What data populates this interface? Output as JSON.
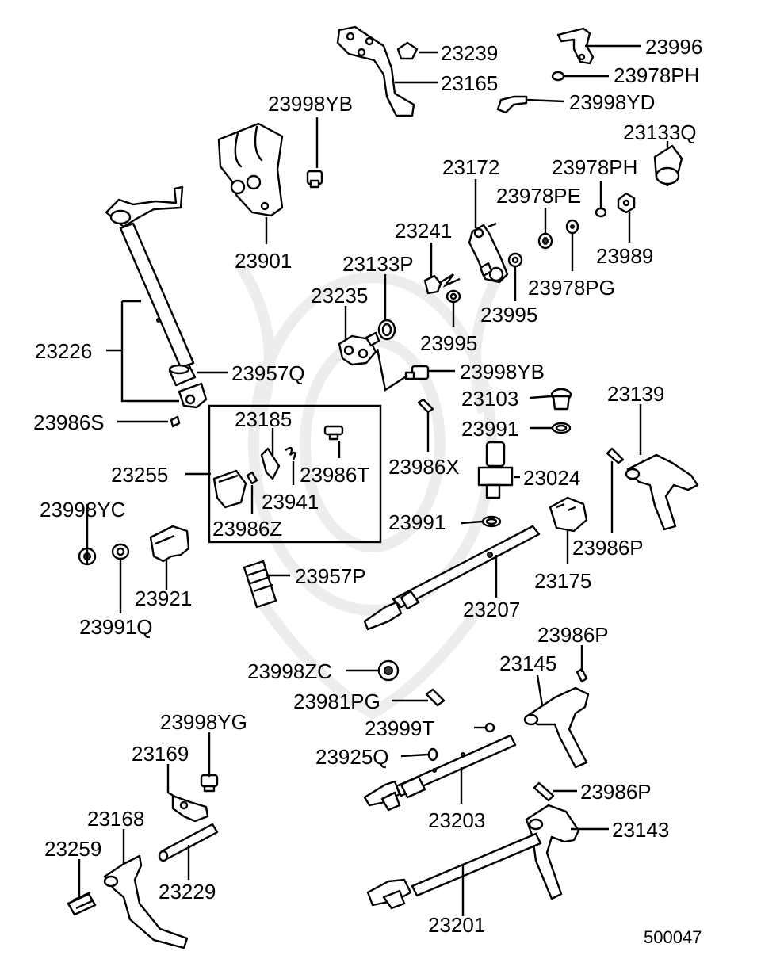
{
  "diagram_id": "500047",
  "parts": [
    {
      "key": "p23239",
      "number": "23239"
    },
    {
      "key": "p23165",
      "number": "23165"
    },
    {
      "key": "p23996",
      "number": "23996"
    },
    {
      "key": "p23978PH_a",
      "number": "23978PH"
    },
    {
      "key": "p23998YD",
      "number": "23998YD"
    },
    {
      "key": "p23998YB_a",
      "number": "23998YB"
    },
    {
      "key": "p23133Q",
      "number": "23133Q"
    },
    {
      "key": "p23172",
      "number": "23172"
    },
    {
      "key": "p23978PH_b",
      "number": "23978PH"
    },
    {
      "key": "p23978PE",
      "number": "23978PE"
    },
    {
      "key": "p23901",
      "number": "23901"
    },
    {
      "key": "p23241",
      "number": "23241"
    },
    {
      "key": "p23989",
      "number": "23989"
    },
    {
      "key": "p23133P",
      "number": "23133P"
    },
    {
      "key": "p23978PG",
      "number": "23978PG"
    },
    {
      "key": "p23235",
      "number": "23235"
    },
    {
      "key": "p23995_a",
      "number": "23995"
    },
    {
      "key": "p23995_b",
      "number": "23995"
    },
    {
      "key": "p23226",
      "number": "23226"
    },
    {
      "key": "p23957Q",
      "number": "23957Q"
    },
    {
      "key": "p23998YB_b",
      "number": "23998YB"
    },
    {
      "key": "p23103",
      "number": "23103"
    },
    {
      "key": "p23139",
      "number": "23139"
    },
    {
      "key": "p23986S",
      "number": "23986S"
    },
    {
      "key": "p23185",
      "number": "23185"
    },
    {
      "key": "p23991_a",
      "number": "23991"
    },
    {
      "key": "p23255",
      "number": "23255"
    },
    {
      "key": "p23986T",
      "number": "23986T"
    },
    {
      "key": "p23986X",
      "number": "23986X"
    },
    {
      "key": "p23024",
      "number": "23024"
    },
    {
      "key": "p23941",
      "number": "23941"
    },
    {
      "key": "p23998YC",
      "number": "23998YC"
    },
    {
      "key": "p23986Z",
      "number": "23986Z"
    },
    {
      "key": "p23991_b",
      "number": "23991"
    },
    {
      "key": "p23986P_a",
      "number": "23986P"
    },
    {
      "key": "p23175",
      "number": "23175"
    },
    {
      "key": "p23957P",
      "number": "23957P"
    },
    {
      "key": "p23921",
      "number": "23921"
    },
    {
      "key": "p23207",
      "number": "23207"
    },
    {
      "key": "p23991Q",
      "number": "23991Q"
    },
    {
      "key": "p23986P_b",
      "number": "23986P"
    },
    {
      "key": "p23145",
      "number": "23145"
    },
    {
      "key": "p23998ZC",
      "number": "23998ZC"
    },
    {
      "key": "p23981PG",
      "number": "23981PG"
    },
    {
      "key": "p23998YG",
      "number": "23998YG"
    },
    {
      "key": "p23999T",
      "number": "23999T"
    },
    {
      "key": "p23169",
      "number": "23169"
    },
    {
      "key": "p23925Q",
      "number": "23925Q"
    },
    {
      "key": "p23986P_c",
      "number": "23986P"
    },
    {
      "key": "p23168",
      "number": "23168"
    },
    {
      "key": "p23203",
      "number": "23203"
    },
    {
      "key": "p23143",
      "number": "23143"
    },
    {
      "key": "p23259",
      "number": "23259"
    },
    {
      "key": "p23229",
      "number": "23229"
    },
    {
      "key": "p23201",
      "number": "23201"
    }
  ]
}
